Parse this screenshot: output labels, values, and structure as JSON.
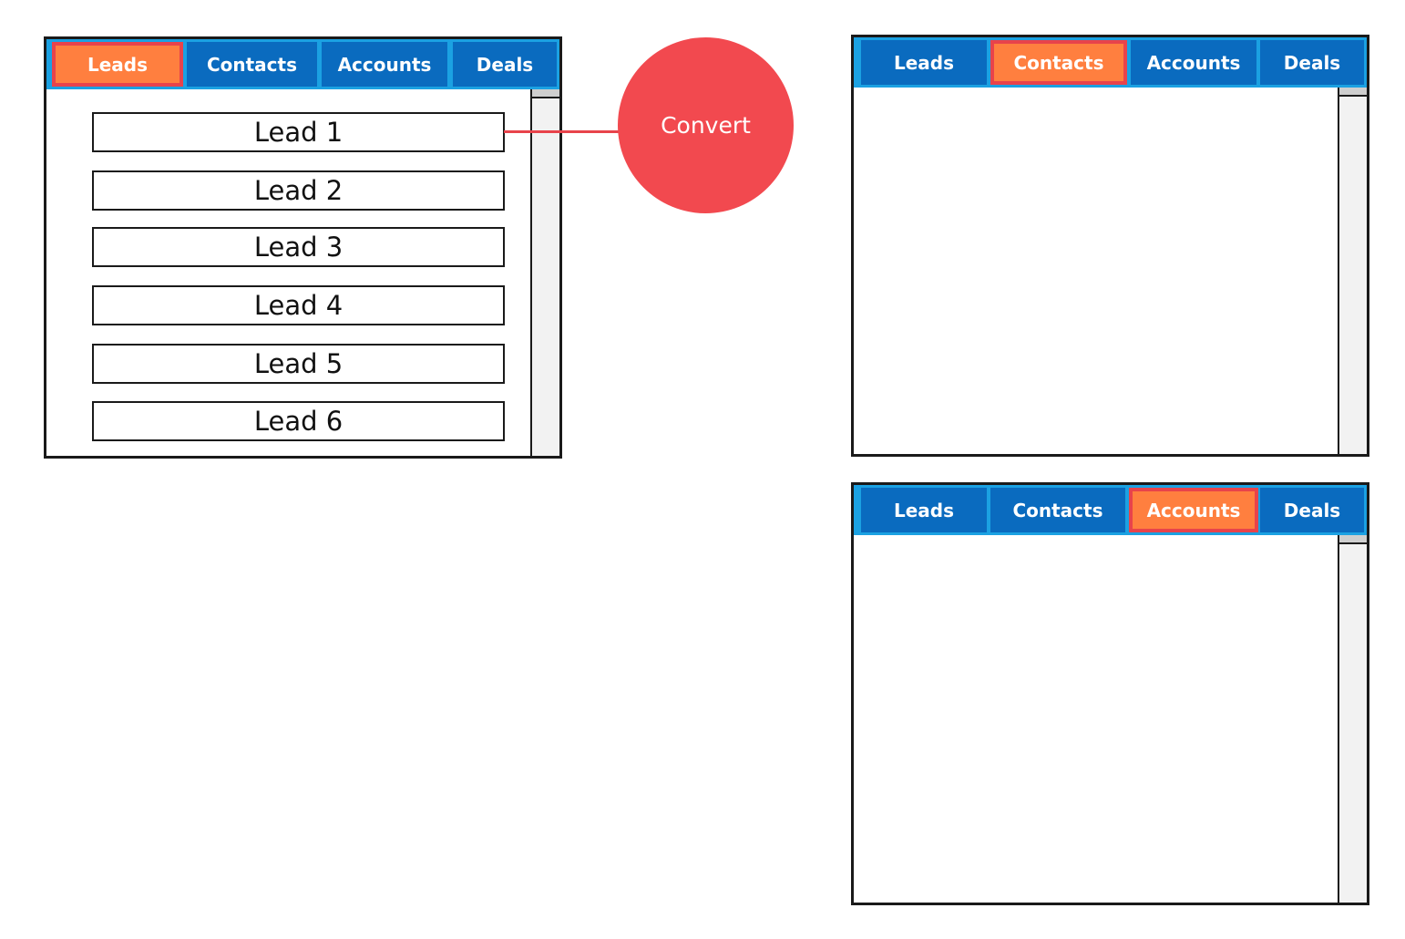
{
  "colors": {
    "tabbar_bg": "#1ba1e2",
    "tab_bg": "#0a6bbf",
    "active_tab_bg": "#ff7f3f",
    "active_tab_border": "#e8434b",
    "convert_circle": "#f2494f"
  },
  "window_leads": {
    "tabs": [
      "Leads",
      "Contacts",
      "Accounts",
      "Deals"
    ],
    "active_tab": "Leads",
    "leads": [
      "Lead 1",
      "Lead 2",
      "Lead 3",
      "Lead 4",
      "Lead 5",
      "Lead 6"
    ]
  },
  "window_contacts": {
    "tabs": [
      "Leads",
      "Contacts",
      "Accounts",
      "Deals"
    ],
    "active_tab": "Contacts"
  },
  "window_accounts": {
    "tabs": [
      "Leads",
      "Contacts",
      "Accounts",
      "Deals"
    ],
    "active_tab": "Accounts"
  },
  "convert": {
    "label": "Convert"
  }
}
